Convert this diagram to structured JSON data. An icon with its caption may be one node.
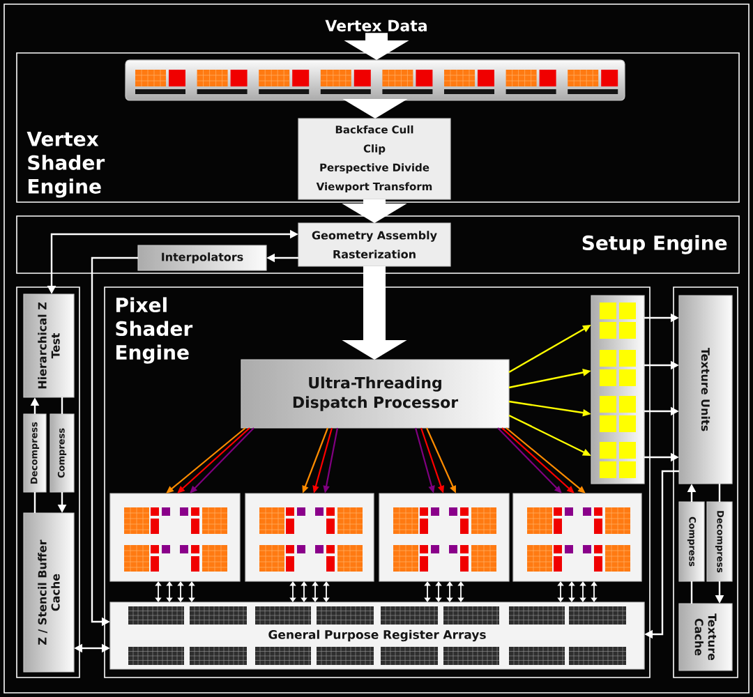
{
  "diagram": {
    "nodes": [
      {
        "text": [
          "Vertex Data"
        ]
      },
      {
        "text": [
          "Vertex Shader Engine"
        ]
      },
      {
        "text": [],
        "shape": "bar",
        "in": 1
      },
      {
        "text": [
          "Backface Cull",
          "Clip",
          "Perspective Divide",
          "Viewport Transform"
        ],
        "in": 1
      },
      {
        "text": [
          "Setup Engine"
        ]
      },
      {
        "text": [
          "Geometry Assembly",
          "Rasterization"
        ],
        "in": 4
      },
      {
        "text": [
          "Interpolators"
        ],
        "in": 4
      },
      {
        "text": [],
        "shape": "box"
      },
      {
        "text": [
          "Hierarchical Z Test"
        ],
        "in": 7
      },
      {
        "text": [
          "Decompress"
        ],
        "in": 7
      },
      {
        "text": [
          "Compress"
        ],
        "in": 7
      },
      {
        "text": [
          "Z / Stencil Buffer Cache"
        ],
        "in": 7
      },
      {
        "text": [
          "Pixel Shader Engine"
        ]
      },
      {
        "text": [
          "Ultra-Threading Dispatch Processor"
        ],
        "in": 12
      },
      {
        "text": [],
        "shape": "box",
        "in": 12
      },
      {
        "text": [],
        "shape": "box",
        "in": 12
      },
      {
        "text": [],
        "shape": "box",
        "in": 12
      },
      {
        "text": [],
        "shape": "box",
        "in": 12
      },
      {
        "text": [],
        "shape": "box",
        "in": 12
      },
      {
        "text": [
          "General Purpose Register Arrays"
        ],
        "in": 12
      },
      {
        "text": [],
        "shape": "box"
      },
      {
        "text": [
          "Texture Units"
        ],
        "in": 20
      },
      {
        "text": [
          "Compress"
        ],
        "in": 20
      },
      {
        "text": [
          "Decompress"
        ],
        "in": 20
      },
      {
        "text": [
          "Texture Cache"
        ],
        "in": 20
      }
    ],
    "edges": [
      {
        "from": 0,
        "to": 2,
        "arrow": "to",
        "style": "thick"
      },
      {
        "from": 2,
        "to": 3,
        "arrow": "to",
        "style": "thick"
      },
      {
        "from": 3,
        "to": 5,
        "arrow": "to",
        "style": "thick"
      },
      {
        "from": 5,
        "to": 13,
        "arrow": "to",
        "style": "thick"
      },
      {
        "from": 5,
        "to": 6,
        "arrow": "to"
      },
      {
        "from": 5,
        "to": 8,
        "arrow": "both"
      },
      {
        "from": 6,
        "to": 19,
        "arrow": "to"
      },
      {
        "from": 11,
        "to": 9,
        "arrow": "none"
      },
      {
        "from": 9,
        "to": 8,
        "arrow": "to"
      },
      {
        "from": 8,
        "to": 10,
        "arrow": "none"
      },
      {
        "from": 10,
        "to": 11,
        "arrow": "to"
      },
      {
        "from": 11,
        "to": 19,
        "arrow": "both"
      },
      {
        "from": 13,
        "to": 14,
        "arrow": "to",
        "color": "#ffff00"
      },
      {
        "from": 13,
        "to": 14,
        "arrow": "to",
        "color": "#ffff00"
      },
      {
        "from": 13,
        "to": 14,
        "arrow": "to",
        "color": "#ffff00"
      },
      {
        "from": 13,
        "to": 14,
        "arrow": "to",
        "color": "#ffff00"
      },
      {
        "from": 14,
        "to": 21,
        "arrow": "to"
      },
      {
        "from": 14,
        "to": 21,
        "arrow": "to"
      },
      {
        "from": 14,
        "to": 21,
        "arrow": "to"
      },
      {
        "from": 14,
        "to": 21,
        "arrow": "to"
      },
      {
        "from": 13,
        "to": 15,
        "arrow": "to",
        "color": "#ff8c00"
      },
      {
        "from": 13,
        "to": 15,
        "arrow": "to",
        "color": "#ff0000"
      },
      {
        "from": 13,
        "to": 15,
        "arrow": "to",
        "color": "#800080"
      },
      {
        "from": 13,
        "to": 16,
        "arrow": "to",
        "color": "#ff8c00"
      },
      {
        "from": 13,
        "to": 16,
        "arrow": "to",
        "color": "#ff0000"
      },
      {
        "from": 13,
        "to": 16,
        "arrow": "to",
        "color": "#800080"
      },
      {
        "from": 13,
        "to": 17,
        "arrow": "to",
        "color": "#800080"
      },
      {
        "from": 13,
        "to": 17,
        "arrow": "to",
        "color": "#ff0000"
      },
      {
        "from": 13,
        "to": 17,
        "arrow": "to",
        "color": "#ff8c00"
      },
      {
        "from": 13,
        "to": 18,
        "arrow": "to",
        "color": "#800080"
      },
      {
        "from": 13,
        "to": 18,
        "arrow": "to",
        "color": "#ff0000"
      },
      {
        "from": 13,
        "to": 18,
        "arrow": "to",
        "color": "#ff8c00"
      },
      {
        "from": 15,
        "to": 19,
        "arrow": "both"
      },
      {
        "from": 15,
        "to": 19,
        "arrow": "both"
      },
      {
        "from": 15,
        "to": 19,
        "arrow": "both"
      },
      {
        "from": 15,
        "to": 19,
        "arrow": "both"
      },
      {
        "from": 16,
        "to": 19,
        "arrow": "both"
      },
      {
        "from": 16,
        "to": 19,
        "arrow": "both"
      },
      {
        "from": 16,
        "to": 19,
        "arrow": "both"
      },
      {
        "from": 16,
        "to": 19,
        "arrow": "both"
      },
      {
        "from": 17,
        "to": 19,
        "arrow": "both"
      },
      {
        "from": 17,
        "to": 19,
        "arrow": "both"
      },
      {
        "from": 17,
        "to": 19,
        "arrow": "both"
      },
      {
        "from": 17,
        "to": 19,
        "arrow": "both"
      },
      {
        "from": 18,
        "to": 19,
        "arrow": "both"
      },
      {
        "from": 18,
        "to": 19,
        "arrow": "both"
      },
      {
        "from": 18,
        "to": 19,
        "arrow": "both"
      },
      {
        "from": 18,
        "to": 19,
        "arrow": "both"
      },
      {
        "from": 21,
        "to": 19,
        "arrow": "to"
      },
      {
        "from": 24,
        "to": 22,
        "arrow": "none"
      },
      {
        "from": 22,
        "to": 21,
        "arrow": "to"
      },
      {
        "from": 21,
        "to": 23,
        "arrow": "none"
      },
      {
        "from": 23,
        "to": 24,
        "arrow": "to"
      }
    ]
  }
}
